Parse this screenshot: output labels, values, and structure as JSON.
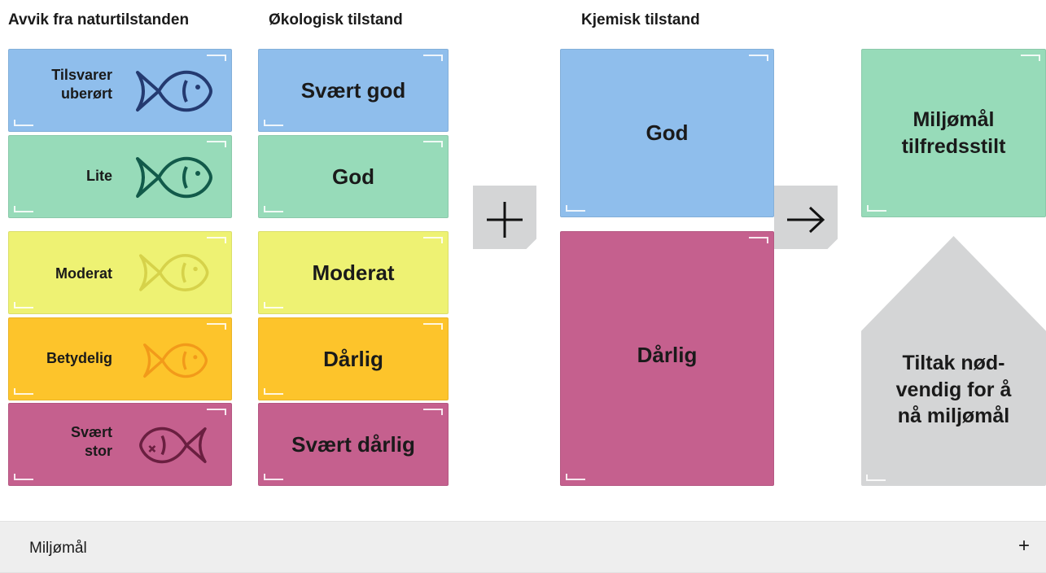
{
  "headings": {
    "deviation": "Avvik fra naturtilstanden",
    "ecological": "Økologisk tilstand",
    "chemical": "Kjemisk tilstand"
  },
  "deviation_levels": [
    {
      "label_line1": "Tilsvarer",
      "label_line2": "uberørt",
      "color": "#8fbeec",
      "fish_color": "#243a70",
      "icon": "fish-icon"
    },
    {
      "label_line1": "Lite",
      "label_line2": "",
      "color": "#97dbb9",
      "fish_color": "#125a4a",
      "icon": "fish-icon"
    },
    {
      "label_line1": "Moderat",
      "label_line2": "",
      "color": "#eef273",
      "fish_color": "#d6d24a",
      "icon": "fish-icon"
    },
    {
      "label_line1": "Betydelig",
      "label_line2": "",
      "color": "#fdc42b",
      "fish_color": "#f29a1a",
      "icon": "fish-icon"
    },
    {
      "label_line1": "Svært",
      "label_line2": "stor",
      "color": "#c5608e",
      "fish_color": "#6a1f40",
      "icon": "dead-fish-icon"
    }
  ],
  "ecological_levels": [
    {
      "label": "Svært god",
      "color": "#8fbeec"
    },
    {
      "label": "God",
      "color": "#97dbb9"
    },
    {
      "label": "Moderat",
      "color": "#eef273"
    },
    {
      "label": "Dårlig",
      "color": "#fdc42b"
    },
    {
      "label": "Svært dårlig",
      "color": "#c5608e"
    }
  ],
  "chemical_levels": [
    {
      "label": "God",
      "color": "#8fbeec"
    },
    {
      "label": "Dårlig",
      "color": "#c5608e"
    }
  ],
  "operators": {
    "plus": "plus-icon",
    "arrow": "arrow-right-icon"
  },
  "results": {
    "met": {
      "line1": "Miljømål",
      "line2": "tilfredsstilt",
      "color": "#97dbb9"
    },
    "action": {
      "line1": "Tiltak nød-",
      "line2": "vendig for å",
      "line3": "nå miljømål",
      "color": "#d4d5d6"
    }
  },
  "accordion": {
    "title": "Miljømål",
    "toggle": "+"
  }
}
